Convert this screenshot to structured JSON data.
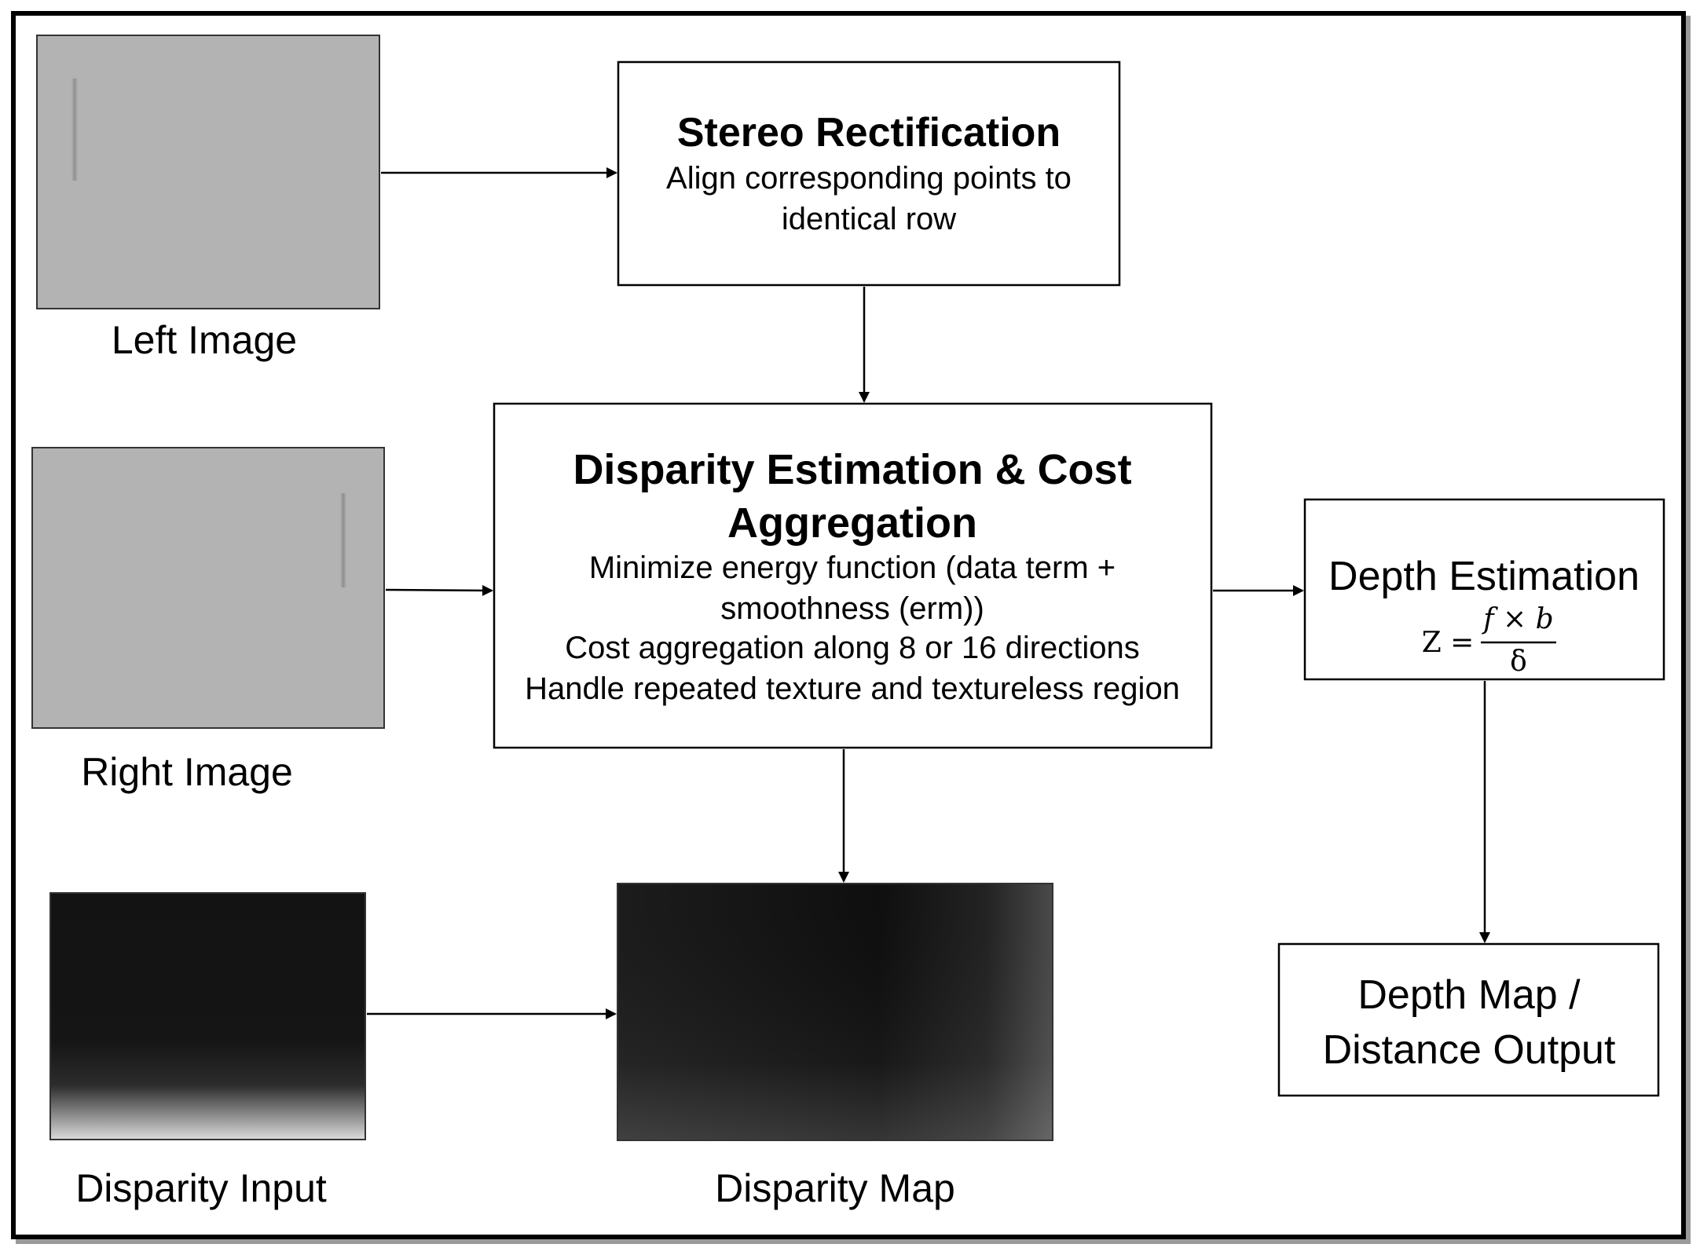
{
  "images": {
    "left": {
      "caption": "Left Image"
    },
    "right": {
      "caption": "Right Image"
    },
    "disparity_input": {
      "caption": "Disparity Input"
    },
    "disparity_map": {
      "caption": "Disparity Map"
    }
  },
  "boxes": {
    "stereo_rectification": {
      "title": "Stereo Rectification",
      "lines": [
        "Align corresponding points to",
        "identical row"
      ]
    },
    "disparity_estimation": {
      "title_lines": [
        "Disparity Estimation & Cost",
        "Aggregation"
      ],
      "lines": [
        "Minimize energy function (data term +",
        "smoothness (erm))",
        "Cost aggregation along 8 or 16 directions",
        "Handle repeated texture and textureless region"
      ]
    },
    "depth_estimation": {
      "title": "Depth Estimation",
      "formula": {
        "lhs": "Z =",
        "numerator": "f × b",
        "denominator": "δ"
      }
    },
    "depth_map": {
      "lines": [
        "Depth Map /",
        "Distance Output"
      ]
    }
  },
  "colors": {
    "border": "#000000",
    "gray_image": "#b3b3b3",
    "dark_image": "#141414"
  }
}
